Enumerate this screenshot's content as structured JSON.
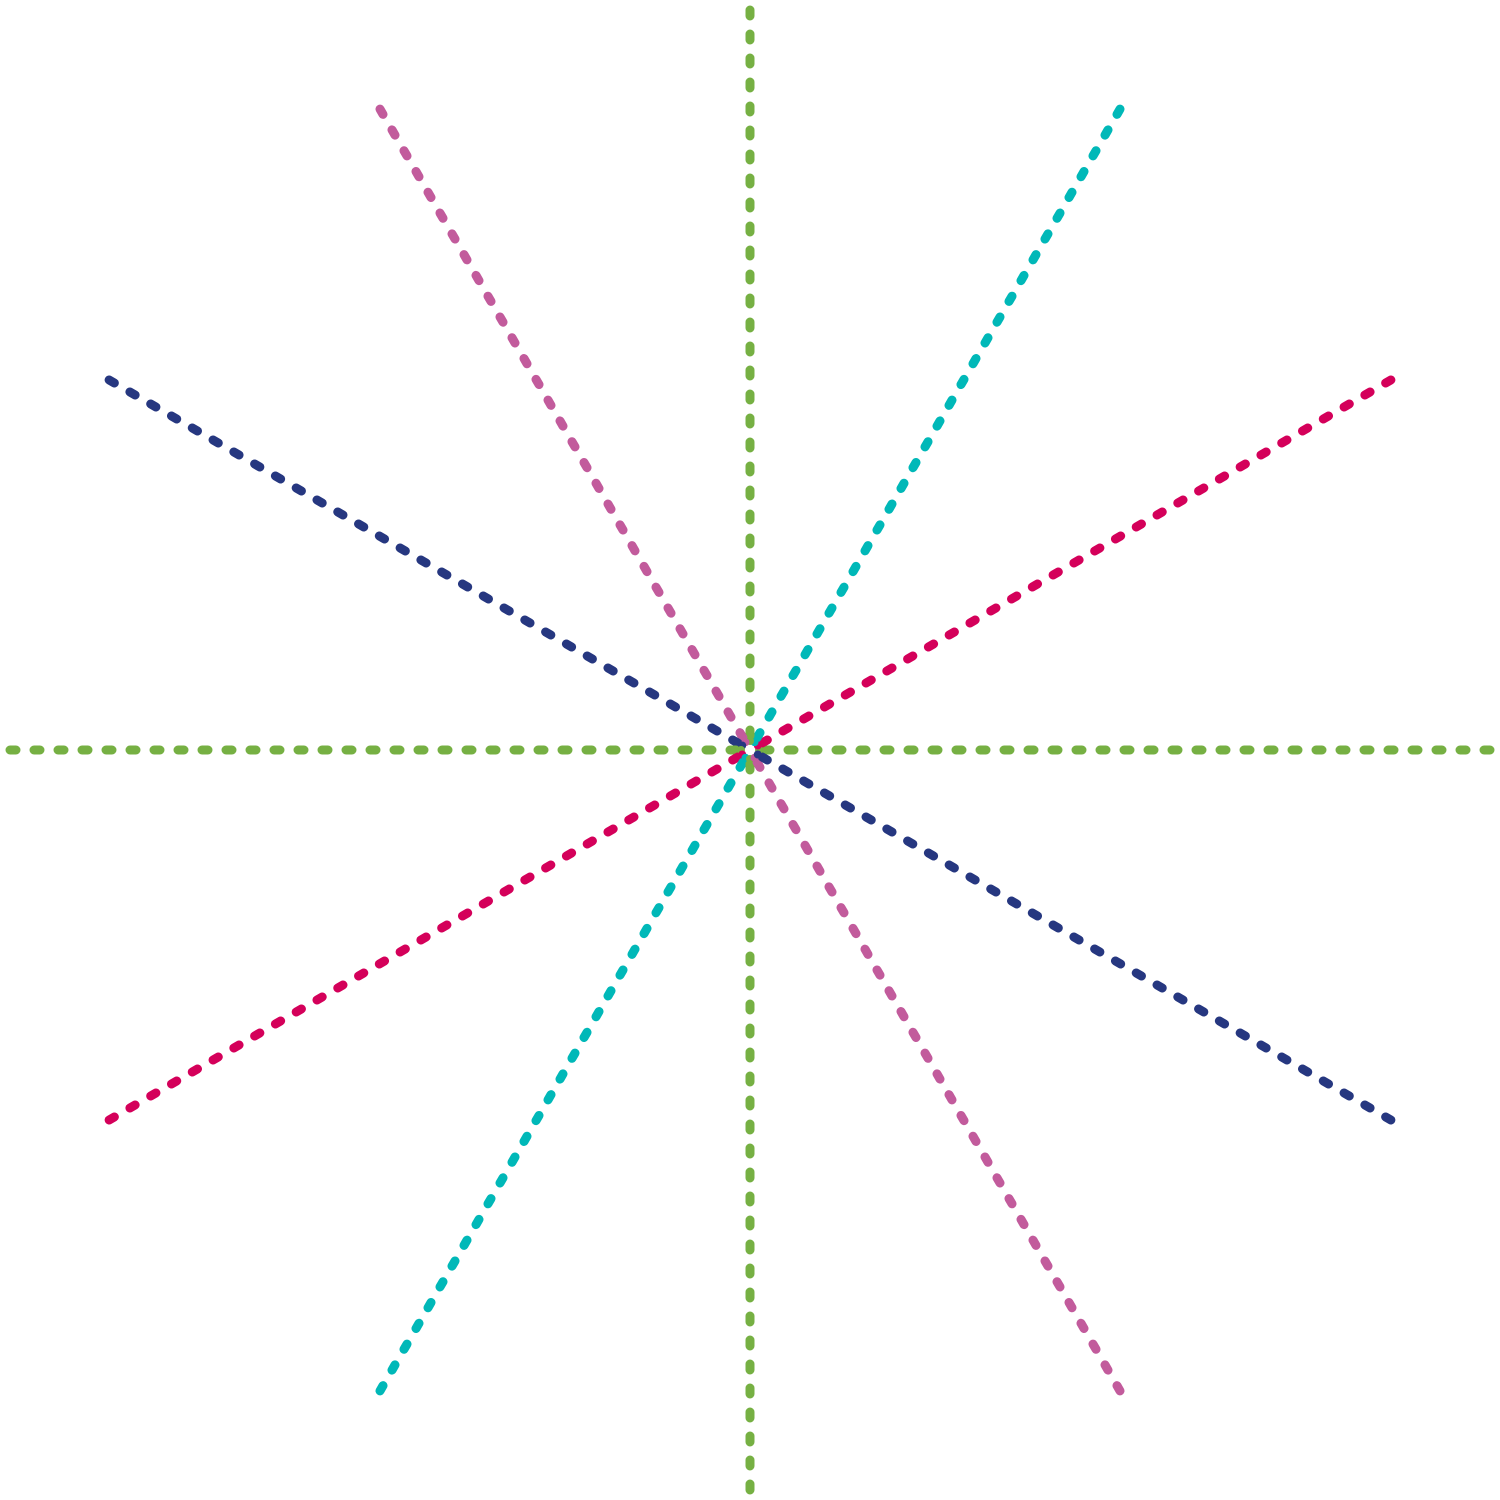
{
  "figure": {
    "type": "starburst",
    "ray_count": 12,
    "rays": [
      {
        "name": "ray-east",
        "angle_deg": 0,
        "color": "#76b043"
      },
      {
        "name": "ray-east-north",
        "angle_deg": 30,
        "color": "#d4005a"
      },
      {
        "name": "ray-north-east",
        "angle_deg": 60,
        "color": "#00b8b8"
      },
      {
        "name": "ray-north",
        "angle_deg": 90,
        "color": "#76b043"
      },
      {
        "name": "ray-north-west",
        "angle_deg": 120,
        "color": "#c25b9c"
      },
      {
        "name": "ray-west-north",
        "angle_deg": 150,
        "color": "#263780"
      },
      {
        "name": "ray-west",
        "angle_deg": 180,
        "color": "#76b043"
      },
      {
        "name": "ray-west-south",
        "angle_deg": 210,
        "color": "#d4005a"
      },
      {
        "name": "ray-south-west",
        "angle_deg": 240,
        "color": "#00b8b8"
      },
      {
        "name": "ray-south",
        "angle_deg": 270,
        "color": "#76b043"
      },
      {
        "name": "ray-south-east",
        "angle_deg": 300,
        "color": "#c25b9c"
      },
      {
        "name": "ray-east-south",
        "angle_deg": 330,
        "color": "#263780"
      }
    ],
    "colors": {
      "green": "#76b043",
      "crimson": "#d4005a",
      "teal": "#00b8b8",
      "orchid": "#c25b9c",
      "navy": "#263780",
      "background": "#ffffff"
    },
    "line_style": "dotted"
  }
}
